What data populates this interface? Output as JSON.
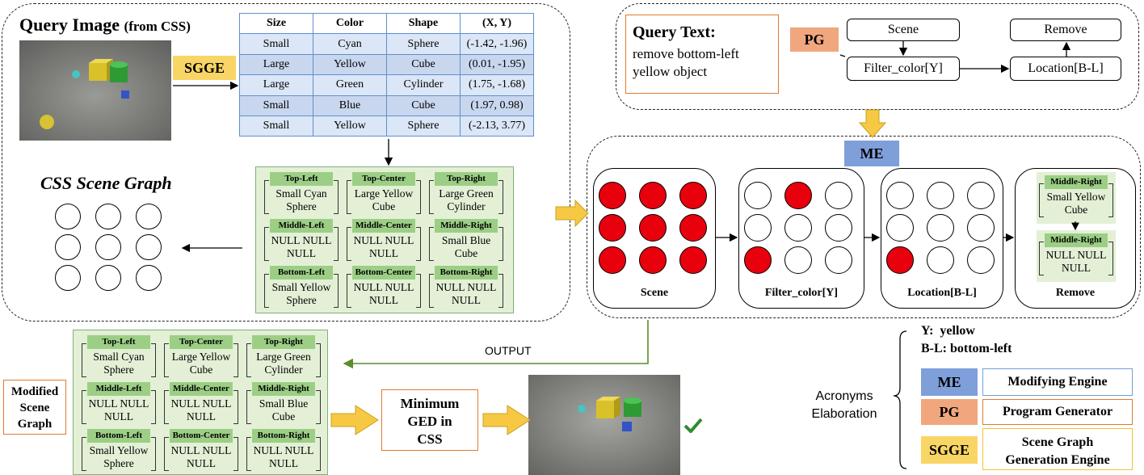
{
  "query_image_title": "Query Image",
  "query_image_sub": "(from CSS)",
  "sgge_tag": "SGGE",
  "attr_table": {
    "headers": [
      "Size",
      "Color",
      "Shape",
      "(X, Y)"
    ],
    "rows": [
      [
        "Small",
        "Cyan",
        "Sphere",
        "(-1.42, -1.96)"
      ],
      [
        "Large",
        "Yellow",
        "Cube",
        "(0.01, -1.95)"
      ],
      [
        "Large",
        "Green",
        "Cylinder",
        "(1.75, -1.68)"
      ],
      [
        "Small",
        "Blue",
        "Cube",
        "(1.97, 0.98)"
      ],
      [
        "Small",
        "Yellow",
        "Sphere",
        "(-2.13, 3.77)"
      ]
    ]
  },
  "css_scene_graph_title": "CSS Scene Graph",
  "scene_graph": [
    {
      "pos": "Top-Left",
      "text": "Small Cyan Sphere"
    },
    {
      "pos": "Top-Center",
      "text": "Large Yellow Cube"
    },
    {
      "pos": "Top-Right",
      "text": "Large Green Cylinder"
    },
    {
      "pos": "Middle-Left",
      "text": "NULL NULL NULL"
    },
    {
      "pos": "Middle-Center",
      "text": "NULL NULL NULL"
    },
    {
      "pos": "Middle-Right",
      "text": "Small Blue Cube"
    },
    {
      "pos": "Bottom-Left",
      "text": "Small Yellow Sphere"
    },
    {
      "pos": "Bottom-Center",
      "text": "NULL NULL NULL"
    },
    {
      "pos": "Bottom-Right",
      "text": "NULL NULL NULL"
    }
  ],
  "modified_scene_graph": [
    {
      "pos": "Top-Left",
      "text": "Small Cyan Sphere"
    },
    {
      "pos": "Top-Center",
      "text": "Large Yellow Cube"
    },
    {
      "pos": "Top-Right",
      "text": "Large Green Cylinder"
    },
    {
      "pos": "Middle-Left",
      "text": "NULL NULL NULL"
    },
    {
      "pos": "Middle-Center",
      "text": "NULL NULL NULL"
    },
    {
      "pos": "Middle-Right",
      "text": "Small Blue Cube"
    },
    {
      "pos": "Bottom-Left",
      "text": "Small Yellow Sphere"
    },
    {
      "pos": "Bottom-Center",
      "text": "NULL NULL NULL"
    },
    {
      "pos": "Bottom-Right",
      "text": "NULL NULL NULL"
    }
  ],
  "query_text_title": "Query Text",
  "query_text_colon": ":",
  "query_text_body": "remove bottom-left yellow object",
  "pg_tag": "PG",
  "program_nodes": {
    "scene": "Scene",
    "filter": "Filter_color[Y]",
    "remove": "Remove",
    "location": "Location[B-L]"
  },
  "me_tag": "ME",
  "me_panels": [
    "Scene",
    "Filter_color[Y]",
    "Location[B-L]",
    "Remove"
  ],
  "remove_panel": {
    "top_pos": "Middle-Right",
    "top_text": "Small Yellow Cube",
    "bottom_pos": "Middle-Right",
    "bottom_text": "NULL NULL NULL"
  },
  "red_states": {
    "scene": [
      1,
      1,
      1,
      1,
      1,
      1,
      1,
      1,
      1
    ],
    "filter": [
      0,
      1,
      0,
      0,
      0,
      0,
      1,
      0,
      0
    ],
    "location": [
      0,
      0,
      0,
      0,
      0,
      0,
      1,
      0,
      0
    ]
  },
  "output_label": "OUTPUT",
  "modified_label": "Modified Scene Graph",
  "ged_label": "Minimum GED in CSS",
  "check_icon": "check-icon",
  "legend": {
    "y": "Y:  yellow",
    "bl": "B-L: bottom-left",
    "acronyms": "Acronyms Elaboration",
    "items": [
      {
        "abbr": "ME",
        "full": "Modifying Engine"
      },
      {
        "abbr": "PG",
        "full": "Program Generator"
      },
      {
        "abbr": "SGGE",
        "full": "Scene Graph Generation Engine"
      }
    ]
  },
  "colors": {
    "me": "#7f9fdb",
    "pg": "#f1a77e",
    "sgge": "#f9d566",
    "red": "#e8000c",
    "orange_border": "#e07a2e",
    "blue_border": "#6fa0d8",
    "grid_bg": "#e3f0d6",
    "header_green": "#9ccf85",
    "arrow_yellow": "#f7c843"
  }
}
